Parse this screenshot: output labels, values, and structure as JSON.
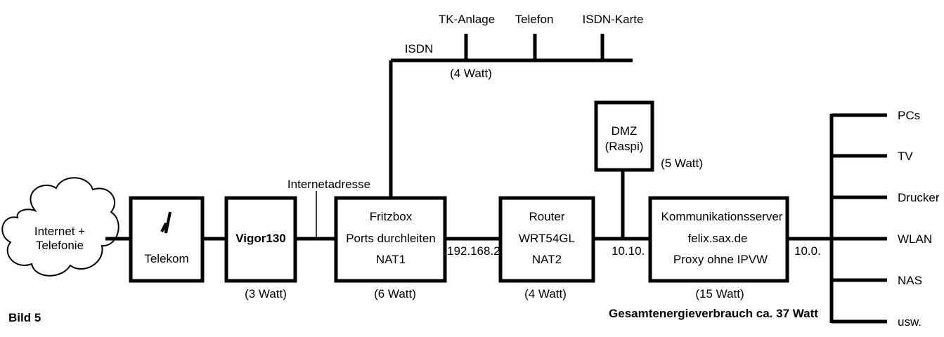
{
  "figure_label": "Bild 5",
  "cloud": {
    "line1": "Internet +",
    "line2": "Telefonie"
  },
  "telekom": {
    "label": "Telekom"
  },
  "vigor": {
    "label": "Vigor130",
    "power": "(3 Watt)"
  },
  "internet_address_label": "Internetadresse",
  "fritzbox": {
    "line1": "Fritzbox",
    "line2": "Ports durchleiten",
    "line3": "NAT1",
    "power": "(6 Watt)"
  },
  "isdn": {
    "label": "ISDN",
    "power": "(4 Watt)",
    "devices": [
      "TK-Anlage",
      "Telefon",
      "ISDN-Karte"
    ]
  },
  "net_fritz_router": "192.168.2.",
  "router": {
    "line1": "Router",
    "line2": "WRT54GL",
    "line3": "NAT2",
    "power": "(4 Watt)"
  },
  "net_router_server": "10.10.",
  "dmz": {
    "line1": "DMZ",
    "line2": "(Raspi)",
    "power": "(5 Watt)"
  },
  "server": {
    "line1": "Kommunikationsserver",
    "line2": "felix.sax.de",
    "line3": "Proxy ohne IPVW",
    "power": "(15 Watt)"
  },
  "net_server_lan": "10.0.",
  "total_power": "Gesamtenergieverbrauch ca. 37 Watt",
  "lan_devices": [
    "PCs",
    "TV",
    "Drucker",
    "WLAN",
    "NAS",
    "usw."
  ]
}
